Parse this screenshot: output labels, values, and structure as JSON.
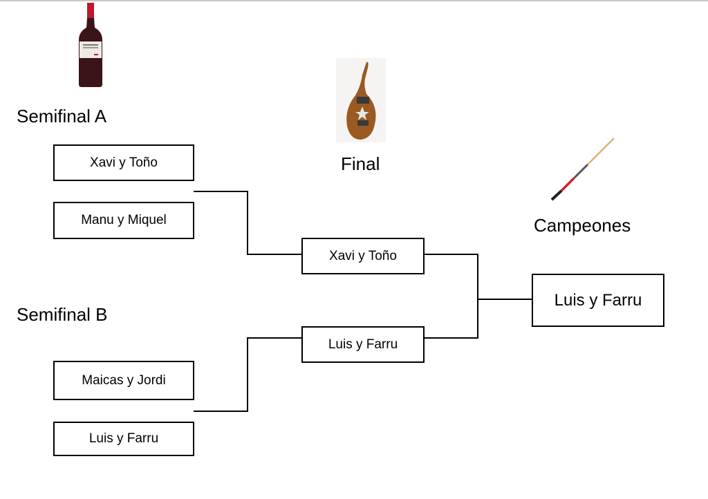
{
  "headings": {
    "semifinal_a": "Semifinal A",
    "semifinal_b": "Semifinal B",
    "final": "Final",
    "champions": "Campeones"
  },
  "prizes": {
    "semifinal": "wine-bottle-icon",
    "final": "jamon-ham-icon",
    "champions": "billiard-cue-icon"
  },
  "bracket": {
    "semifinal_a": [
      "Xavi y Toño",
      "Manu y Miquel"
    ],
    "semifinal_b": [
      "Maicas y Jordi",
      "Luis y Farru"
    ],
    "final": [
      "Xavi y Toño",
      "Luis y Farru"
    ],
    "champion": "Luis y Farru"
  },
  "colors": {
    "line": "#000000",
    "wine_cap": "#c0192b",
    "wine_body": "#3a1418",
    "ham": "#9a5a22",
    "cue_tip": "#d9b27a",
    "cue_red": "#d01f2b"
  }
}
